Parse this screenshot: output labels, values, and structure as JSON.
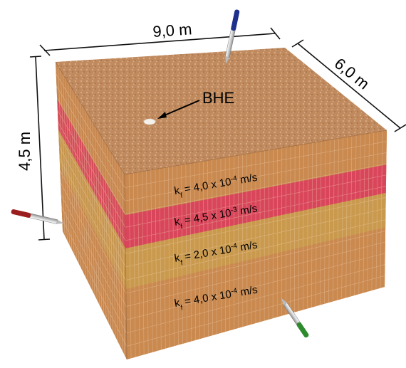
{
  "dimensions": {
    "length_label": "9,0 m",
    "width_label": "6,0 m",
    "depth_label": "4,5 m"
  },
  "bhe_label": "BHE",
  "layers": [
    {
      "k_prefix": "k",
      "k_sub": "f",
      "k_value": "= 4,0 x 10",
      "k_exp": "-4",
      "k_unit": " m/s",
      "color": "#c9894f"
    },
    {
      "k_prefix": "k",
      "k_sub": "f",
      "k_value": "= 4,5 x 10",
      "k_exp": "-3",
      "k_unit": " m/s",
      "color": "#d9465c"
    },
    {
      "k_prefix": "k",
      "k_sub": "f",
      "k_value": "= 2,0 x 10",
      "k_exp": "-4",
      "k_unit": " m/s",
      "color": "#c99a4e"
    },
    {
      "k_prefix": "k",
      "k_sub": "f",
      "k_value": "= 4,0 x 10",
      "k_exp": "-4",
      "k_unit": " m/s",
      "color": "#c9894f"
    }
  ],
  "colors": {
    "top_surface": "#c08a5e",
    "front_face": "#c9894f",
    "side_face": "#b67a48",
    "mesh_line": "#f1d2b4",
    "dimension_line": "#111111",
    "axis_blue": "#1e2f8c",
    "axis_red": "#9b1e1e",
    "axis_green": "#2d8a2d"
  },
  "icons": [
    "compass-pen-blue",
    "compass-pen-red",
    "compass-pen-green"
  ]
}
